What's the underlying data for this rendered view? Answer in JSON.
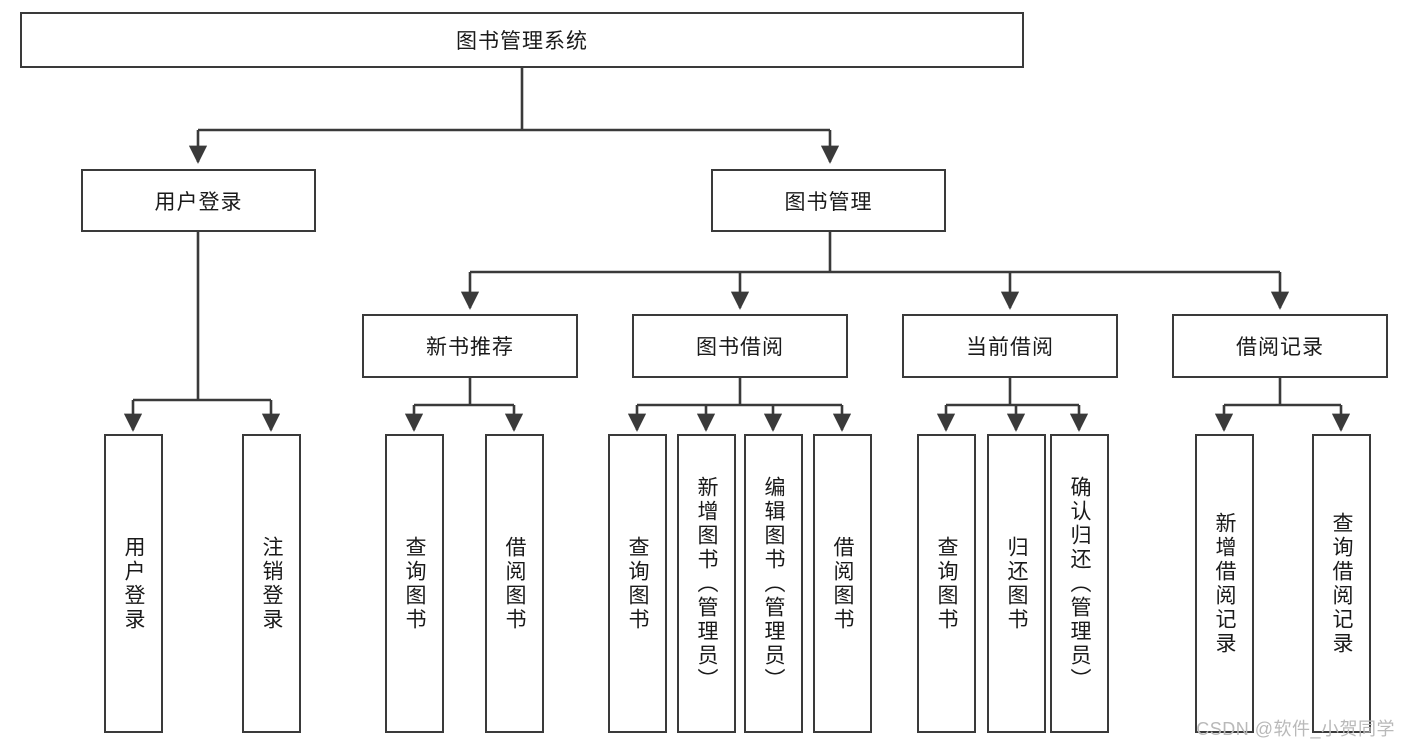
{
  "diagram": {
    "title": "图书管理系统",
    "type": "hierarchy-tree",
    "watermark": "CSDN @软件_小贺同学",
    "colors": {
      "stroke": "#3a3a3a",
      "fill": "#ffffff",
      "text": "#1a1a1a",
      "watermark": "#b9b9b9"
    },
    "levels": {
      "root": {
        "label": "图书管理系统"
      },
      "level2": [
        {
          "label": "用户登录"
        },
        {
          "label": "图书管理"
        }
      ],
      "level3": [
        {
          "label": "新书推荐"
        },
        {
          "label": "图书借阅"
        },
        {
          "label": "当前借阅"
        },
        {
          "label": "借阅记录"
        }
      ],
      "leaves": [
        {
          "label": "用户登录",
          "parent": "用户登录"
        },
        {
          "label": "注销登录",
          "parent": "用户登录"
        },
        {
          "label": "查询图书",
          "parent": "新书推荐"
        },
        {
          "label": "借阅图书",
          "parent": "新书推荐"
        },
        {
          "label": "查询图书",
          "parent": "图书借阅"
        },
        {
          "label": "新增图书（管理员）",
          "parent": "图书借阅"
        },
        {
          "label": "编辑图书（管理员）",
          "parent": "图书借阅"
        },
        {
          "label": "借阅图书",
          "parent": "图书借阅"
        },
        {
          "label": "查询图书",
          "parent": "当前借阅"
        },
        {
          "label": "归还图书",
          "parent": "当前借阅"
        },
        {
          "label": "确认归还（管理员）",
          "parent": "当前借阅"
        },
        {
          "label": "新增借阅记录",
          "parent": "借阅记录"
        },
        {
          "label": "查询借阅记录",
          "parent": "借阅记录"
        }
      ]
    }
  }
}
